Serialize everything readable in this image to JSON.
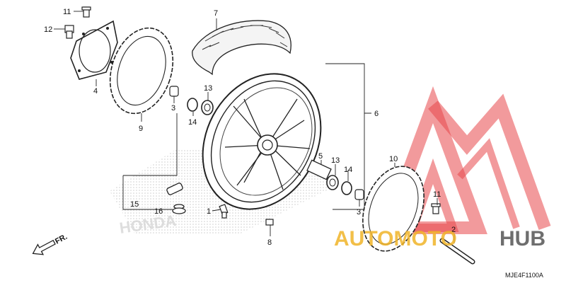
{
  "diagram_code": "MJE4F1100A",
  "watermark": {
    "text_a": "AUTOMOTO",
    "text_b": "HUB",
    "color_primary": "#f0b429",
    "color_secondary": "#e8474b",
    "text_b_color": "#555555"
  },
  "direction": {
    "text": "FR."
  },
  "parts": [
    {
      "num": "1",
      "part": "valve"
    },
    {
      "num": "2",
      "part": "axle"
    },
    {
      "num": "3",
      "part": "collar"
    },
    {
      "num": "3",
      "part": "collar"
    },
    {
      "num": "4",
      "part": "rotor-carrier"
    },
    {
      "num": "5",
      "part": "distance-collar"
    },
    {
      "num": "6",
      "part": "wheel"
    },
    {
      "num": "7",
      "part": "tire"
    },
    {
      "num": "8",
      "part": "weight"
    },
    {
      "num": "9",
      "part": "brake-disc-left"
    },
    {
      "num": "10",
      "part": "brake-disc-right"
    },
    {
      "num": "11",
      "part": "bolt"
    },
    {
      "num": "11",
      "part": "bolt"
    },
    {
      "num": "12",
      "part": "bolt"
    },
    {
      "num": "13",
      "part": "bearing"
    },
    {
      "num": "13",
      "part": "bearing"
    },
    {
      "num": "14",
      "part": "seal"
    },
    {
      "num": "14",
      "part": "seal"
    },
    {
      "num": "15",
      "part": "valve-assembly"
    },
    {
      "num": "16",
      "part": "o-ring"
    }
  ]
}
